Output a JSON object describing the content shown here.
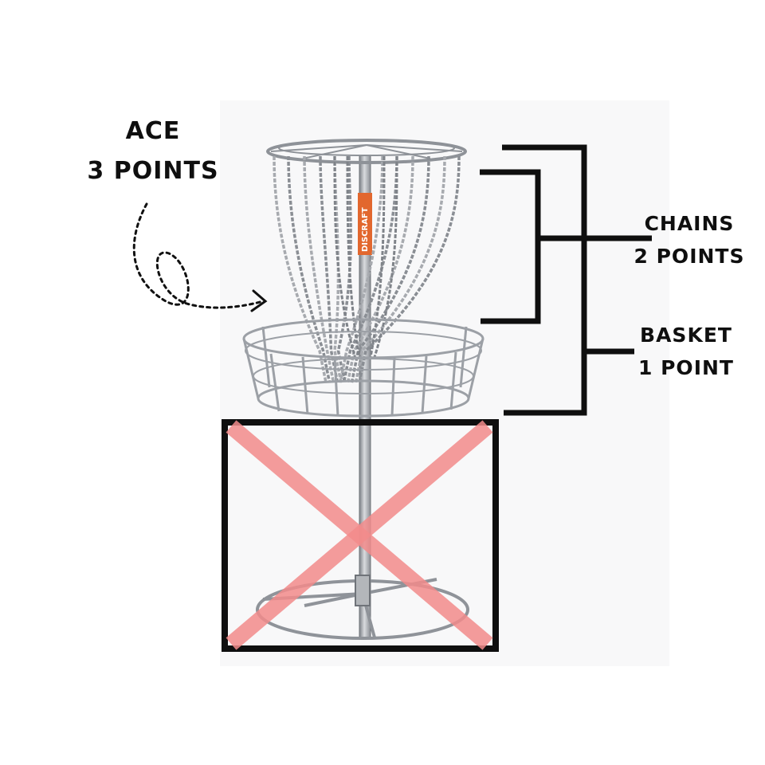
{
  "labels": {
    "ace": {
      "line1": "ACE",
      "line2": "3 POINTS"
    },
    "chains": {
      "line1": "CHAINS",
      "line2": "2 POINTS"
    },
    "basket": {
      "line1": "BASKET",
      "line2": "1 POINT"
    }
  },
  "band_brand_text": "DISCRAFT",
  "colors": {
    "label_text": "#0f0f0f",
    "bracket": "#0f0f0f",
    "metal": "#9a9ea4",
    "metal_dark": "#6b6f75",
    "x_mark": "#f28b8b",
    "band_accent": "#e2672e"
  }
}
